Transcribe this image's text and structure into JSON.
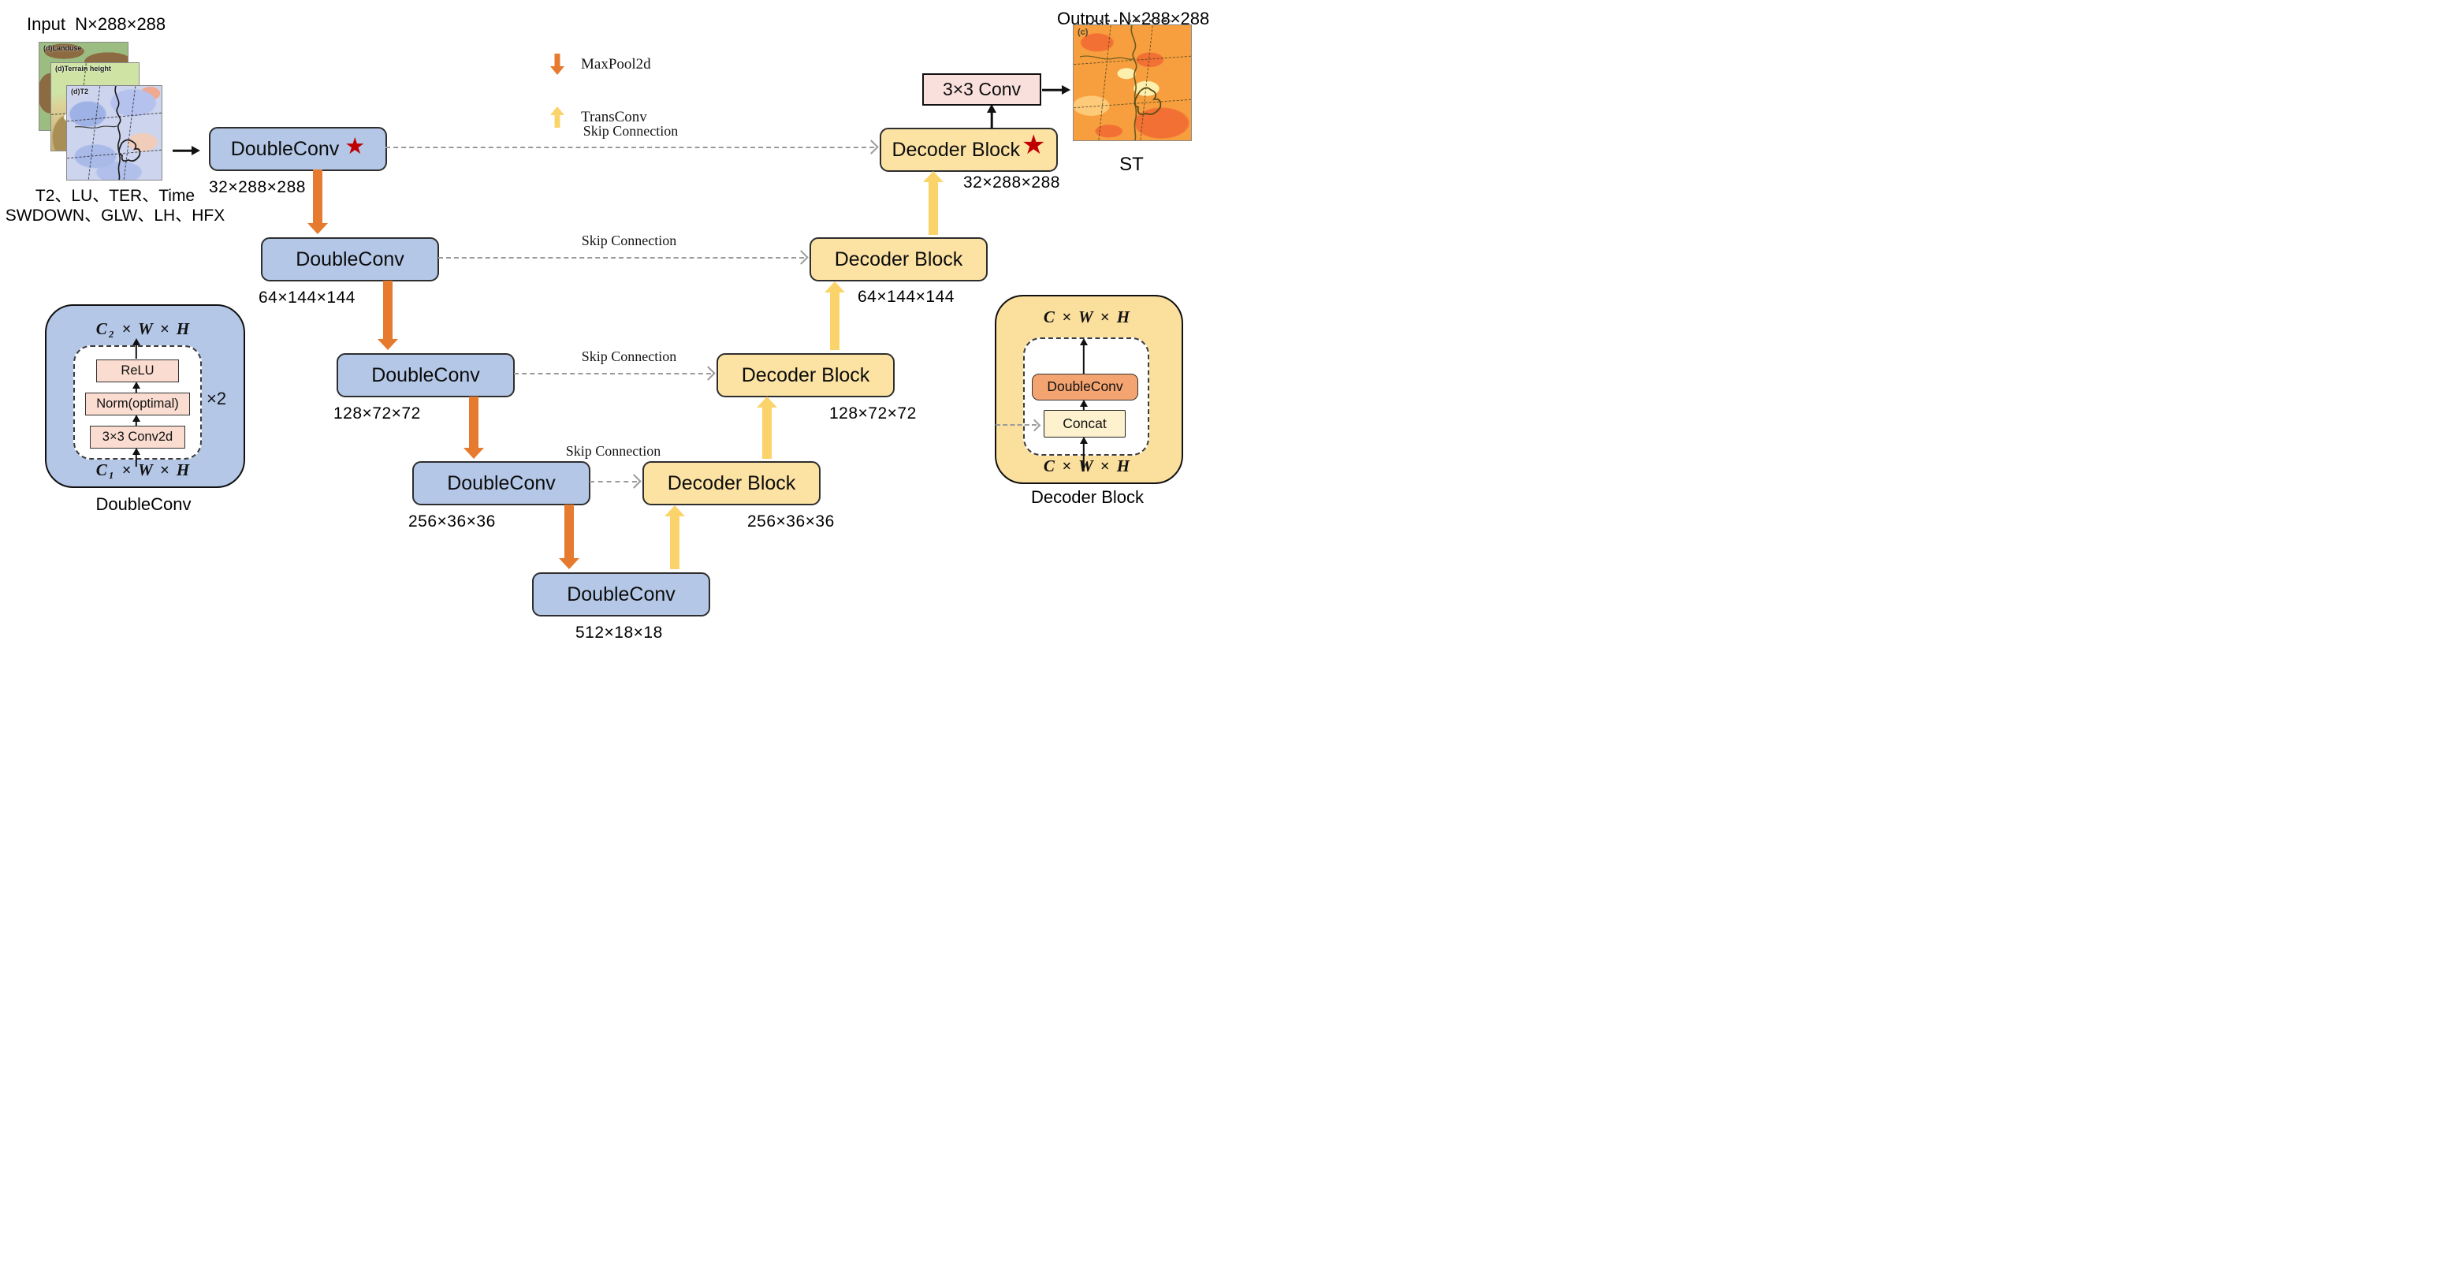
{
  "input": {
    "title": "Input  N×288×288",
    "map_labels": [
      "(d)Landuse",
      "(d)Terrain height",
      "(d)T2"
    ],
    "variables_line1": "T2、LU、TER、Time",
    "variables_line2": "SWDOWN、GLW、LH、HFX"
  },
  "legend": {
    "maxpool_label": "MaxPool2d",
    "transconv_label": "TransConv"
  },
  "encoder_blocks": [
    {
      "label": "DoubleConv",
      "star": "★",
      "dim": "32×288×288"
    },
    {
      "label": "DoubleConv",
      "dim": "64×144×144"
    },
    {
      "label": "DoubleConv",
      "dim": "128×72×72"
    },
    {
      "label": "DoubleConv",
      "dim": "256×36×36"
    },
    {
      "label": "DoubleConv",
      "dim": "512×18×18"
    }
  ],
  "decoder_blocks": [
    {
      "label": "Decoder Block",
      "star": "★",
      "dim": "32×288×288"
    },
    {
      "label": "Decoder Block",
      "dim": "64×144×144"
    },
    {
      "label": "Decoder Block",
      "dim": "128×72×72"
    },
    {
      "label": "Decoder Block",
      "dim": "256×36×36"
    }
  ],
  "skip_connections": [
    {
      "label": "Skip Connection"
    },
    {
      "label": "Skip Connection"
    },
    {
      "label": "Skip Connection"
    },
    {
      "label": "Skip Connection"
    }
  ],
  "output_head": {
    "conv_label": "3×3 Conv"
  },
  "output": {
    "title": "Output  N×288×288",
    "map_tag": "(c)",
    "variable": "ST"
  },
  "doubleconv_detail": {
    "output_dim": "C₂ × W × H",
    "input_dim": "C₁ × W × H",
    "layers": [
      "ReLU",
      "Norm(optimal)",
      "3×3 Conv2d"
    ],
    "repeat_label": "×2",
    "caption": "DoubleConv"
  },
  "decoder_detail": {
    "output_dim": "C × W × H",
    "input_dim": "C × W × H",
    "doubleconv_label": "DoubleConv",
    "concat_label": "Concat",
    "caption": "Decoder Block"
  },
  "colors": {
    "encoder_box": "#b4c7e7",
    "decoder_box": "#fce3a4",
    "maxpool_arrow": "#e67a2e",
    "transconv_arrow": "#fbd36b",
    "star": "#c00000",
    "conv_head_box": "#f9e0dc",
    "detail_layer_box": "#fadcd0",
    "detail_decoder_bg": "#fbdf9d",
    "detail_doubleconv_box": "#f4a470",
    "concat_box": "#fdf2cd",
    "skip_line": "#9b9b9b"
  }
}
